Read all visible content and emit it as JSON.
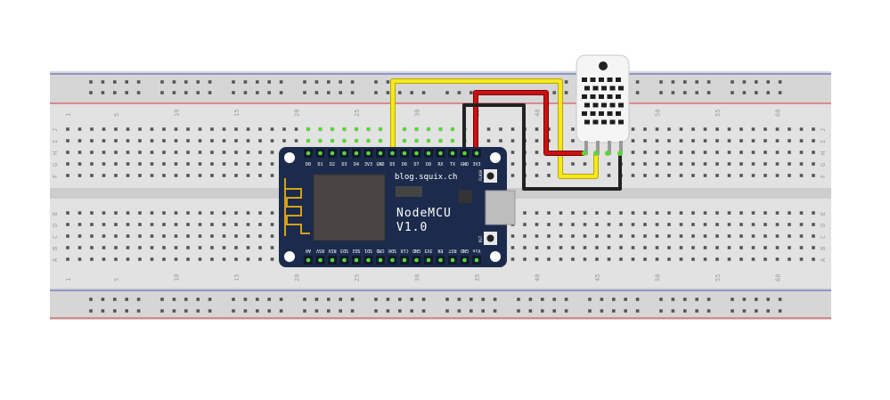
{
  "breadboard": {
    "column_numbers": [
      "1",
      "5",
      "10",
      "15",
      "20",
      "25",
      "30",
      "35",
      "40",
      "45",
      "50",
      "55",
      "60"
    ],
    "row_letters_top": [
      "J",
      "I",
      "H",
      "G",
      "F"
    ],
    "row_letters_bottom": [
      "E",
      "D",
      "C",
      "B",
      "A"
    ]
  },
  "nodemcu": {
    "title": "NodeMCU",
    "version": "V1.0",
    "website": "blog.squix.ch",
    "flash_label": "FLASH",
    "rst_label": "RST",
    "top_pins": [
      "D0",
      "D1",
      "D2",
      "D3",
      "D4",
      "3V3",
      "GND",
      "D5",
      "D6",
      "D7",
      "D8",
      "RX",
      "TX",
      "GND",
      "3V3"
    ],
    "bottom_pins": [
      "A0",
      "RSV",
      "RSV",
      "SD3",
      "SD2",
      "SD1",
      "CMD",
      "SD0",
      "CLK",
      "GND",
      "3V3",
      "EN",
      "RST",
      "GND",
      "Vin"
    ]
  },
  "wire_colors": {
    "yellow": "#f5e81c",
    "red": "#cc1111",
    "black": "#222222"
  },
  "colors": {
    "board_blue": "#1c2b4c",
    "breadboard": "#dcdcdc",
    "rail_red": "#d83a3a",
    "rail_blue": "#4a56c8",
    "pin_green": "#5bd63a"
  }
}
